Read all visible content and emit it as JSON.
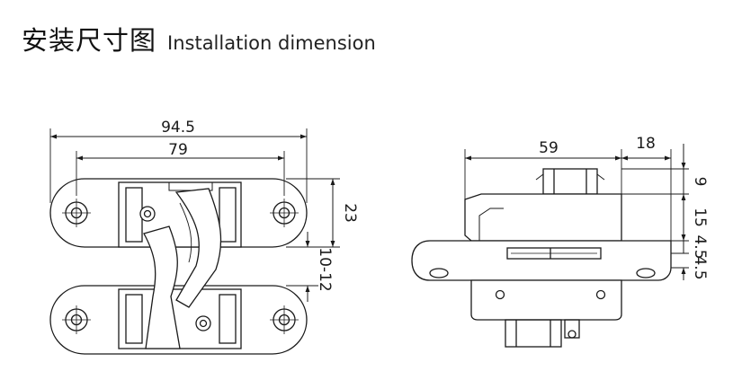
{
  "title": {
    "zh": "安装尺寸图",
    "en": "Installation dimension"
  },
  "front_view": {
    "overall_width": "94.5",
    "hole_spacing": "79",
    "leaf_height": "23",
    "gap": "10-12"
  },
  "side_view": {
    "body_length": "59",
    "offset": "18",
    "dim_top": "9",
    "dim_middle": "15",
    "dim_lower": "4.5",
    "dim_bottom": "4.5"
  }
}
